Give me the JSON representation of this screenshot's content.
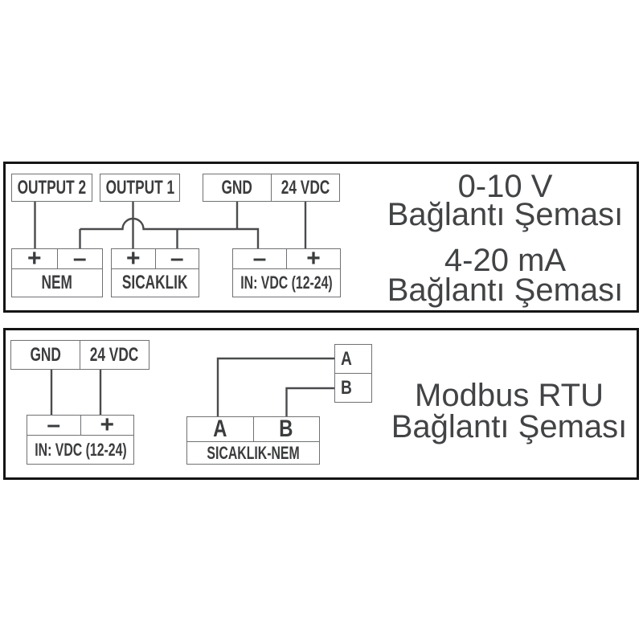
{
  "colors": {
    "panel_border": "#141414",
    "box_border": "#707174",
    "wire": "#4a4b4d",
    "label_text": "#3b3c3e",
    "title_text": "#414345",
    "background": "#ffffff"
  },
  "panel_analog": {
    "source_boxes": {
      "output2": "OUTPUT 2",
      "output1": "OUTPUT 1",
      "gnd": "GND",
      "vdc": "24 VDC"
    },
    "nem_block": {
      "plus": "+",
      "minus": "–",
      "label": "NEM"
    },
    "sicaklik_block": {
      "plus": "+",
      "minus": "–",
      "label": "SICAKLIK"
    },
    "invdc_block": {
      "minus": "–",
      "plus": "+",
      "label": "IN: VDC (12-24)"
    },
    "titles": [
      "0-10 V",
      "Bağlantı Şeması",
      "4-20 mA",
      "Bağlantı Şeması"
    ]
  },
  "panel_modbus": {
    "source_boxes": {
      "gnd": "GND",
      "vdc": "24 VDC"
    },
    "invdc_block": {
      "minus": "–",
      "plus": "+",
      "label": "IN: VDC (12-24)"
    },
    "ab_block": {
      "a": "A",
      "b": "B",
      "label": "SICAKLIK-NEM"
    },
    "bus_box": {
      "a": "A",
      "b": "B"
    },
    "titles": [
      "Modbus RTU",
      "Bağlantı Şeması"
    ]
  }
}
